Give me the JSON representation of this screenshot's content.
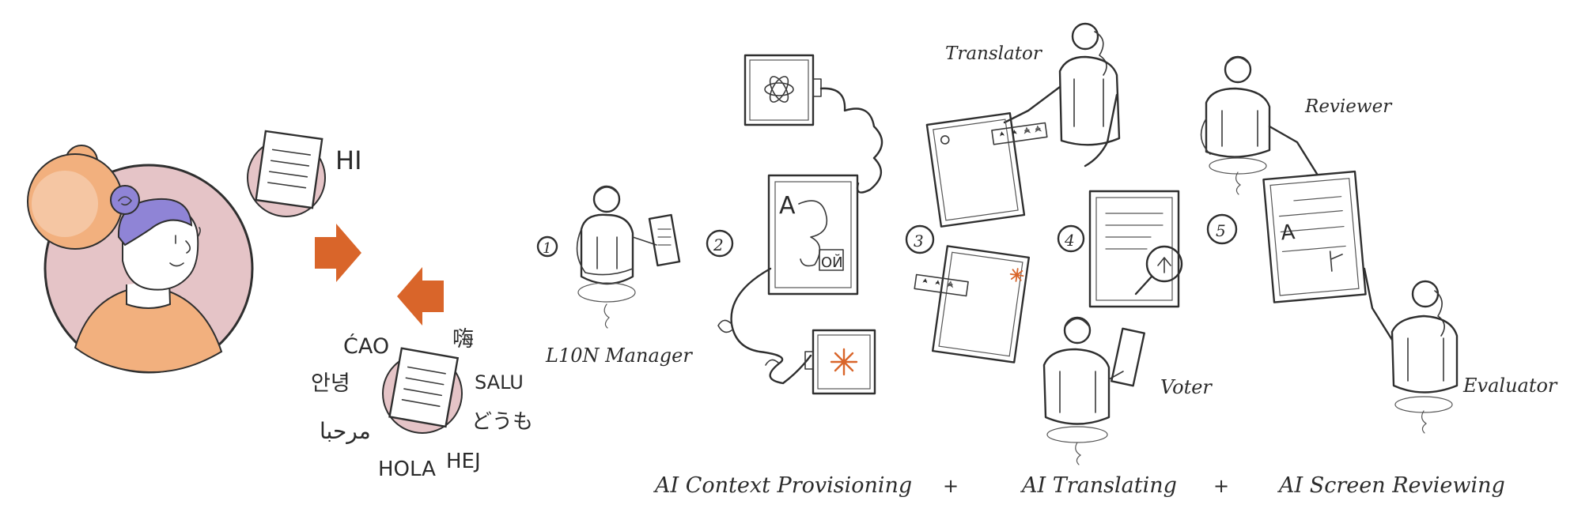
{
  "greetings": {
    "hi": "HI",
    "items": [
      "ĆAO",
      "嗨",
      "안녕",
      "SALU",
      "どうも",
      "مرحبا",
      "HOLA",
      "HEJ"
    ]
  },
  "steps": [
    {
      "number": "1",
      "role": "L10N Manager"
    },
    {
      "number": "2",
      "role": ""
    },
    {
      "number": "3",
      "role": "Translator"
    },
    {
      "number": "4",
      "role": "Voter"
    },
    {
      "number": "5",
      "role": "Reviewer"
    }
  ],
  "evaluator_label": "Evaluator",
  "bottom": {
    "context": "AI Context Provisioning",
    "plus1": "+",
    "translating": "AI Translating",
    "plus2": "+",
    "reviewing": "AI Screen Reviewing"
  },
  "colors": {
    "peach": "#f2b07e",
    "pink": "#e5c4c7",
    "purple": "#8f84d6",
    "orange": "#d9652a",
    "ink": "#2b2b2b"
  },
  "icons": [
    "document-icon",
    "arrow-right-icon",
    "arrow-left-icon",
    "openai-logo-icon",
    "asterisk-logo-icon",
    "magnifier-icon",
    "star-rating-icon"
  ]
}
